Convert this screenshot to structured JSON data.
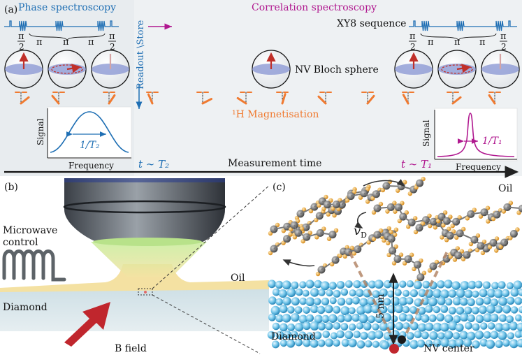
{
  "panel_a": {
    "label": "(a)",
    "phase_title": "Phase spectroscopy",
    "correlation_title": "Correlation spectroscopy",
    "xy8_label": "XY8 sequence",
    "readout_store": "Readout \\Store",
    "pi_half": "π",
    "pi_half_den": "2",
    "pi": "π",
    "bloch_label": "NV Bloch sphere",
    "magnetisation_label": "¹H Magnetisation",
    "signal_label": "Signal",
    "frequency_label": "Frequency",
    "left_width_label": "1/T₂",
    "right_width_label": "1/T₁",
    "t_left": "t ∼ T₂",
    "t_right": "t ∼ T₁",
    "measurement_time": "Measurement time",
    "colors": {
      "phase": "#1f6fb4",
      "correlation": "#b0188f",
      "arrow_orange": "#f07a30",
      "bloch_red": "#c0302a",
      "bg": "#e8ecef"
    }
  },
  "panel_b": {
    "label": "(b)",
    "microwave": "Microwave",
    "control": "control",
    "oil": "Oil",
    "diamond": "Diamond",
    "bfield": "B field"
  },
  "panel_c": {
    "label": "(c)",
    "oil": "Oil",
    "vd_base": "v",
    "vd_sub": "D",
    "depth": "5 nm",
    "diamond": "Diamond",
    "nv_center": "NV center"
  }
}
